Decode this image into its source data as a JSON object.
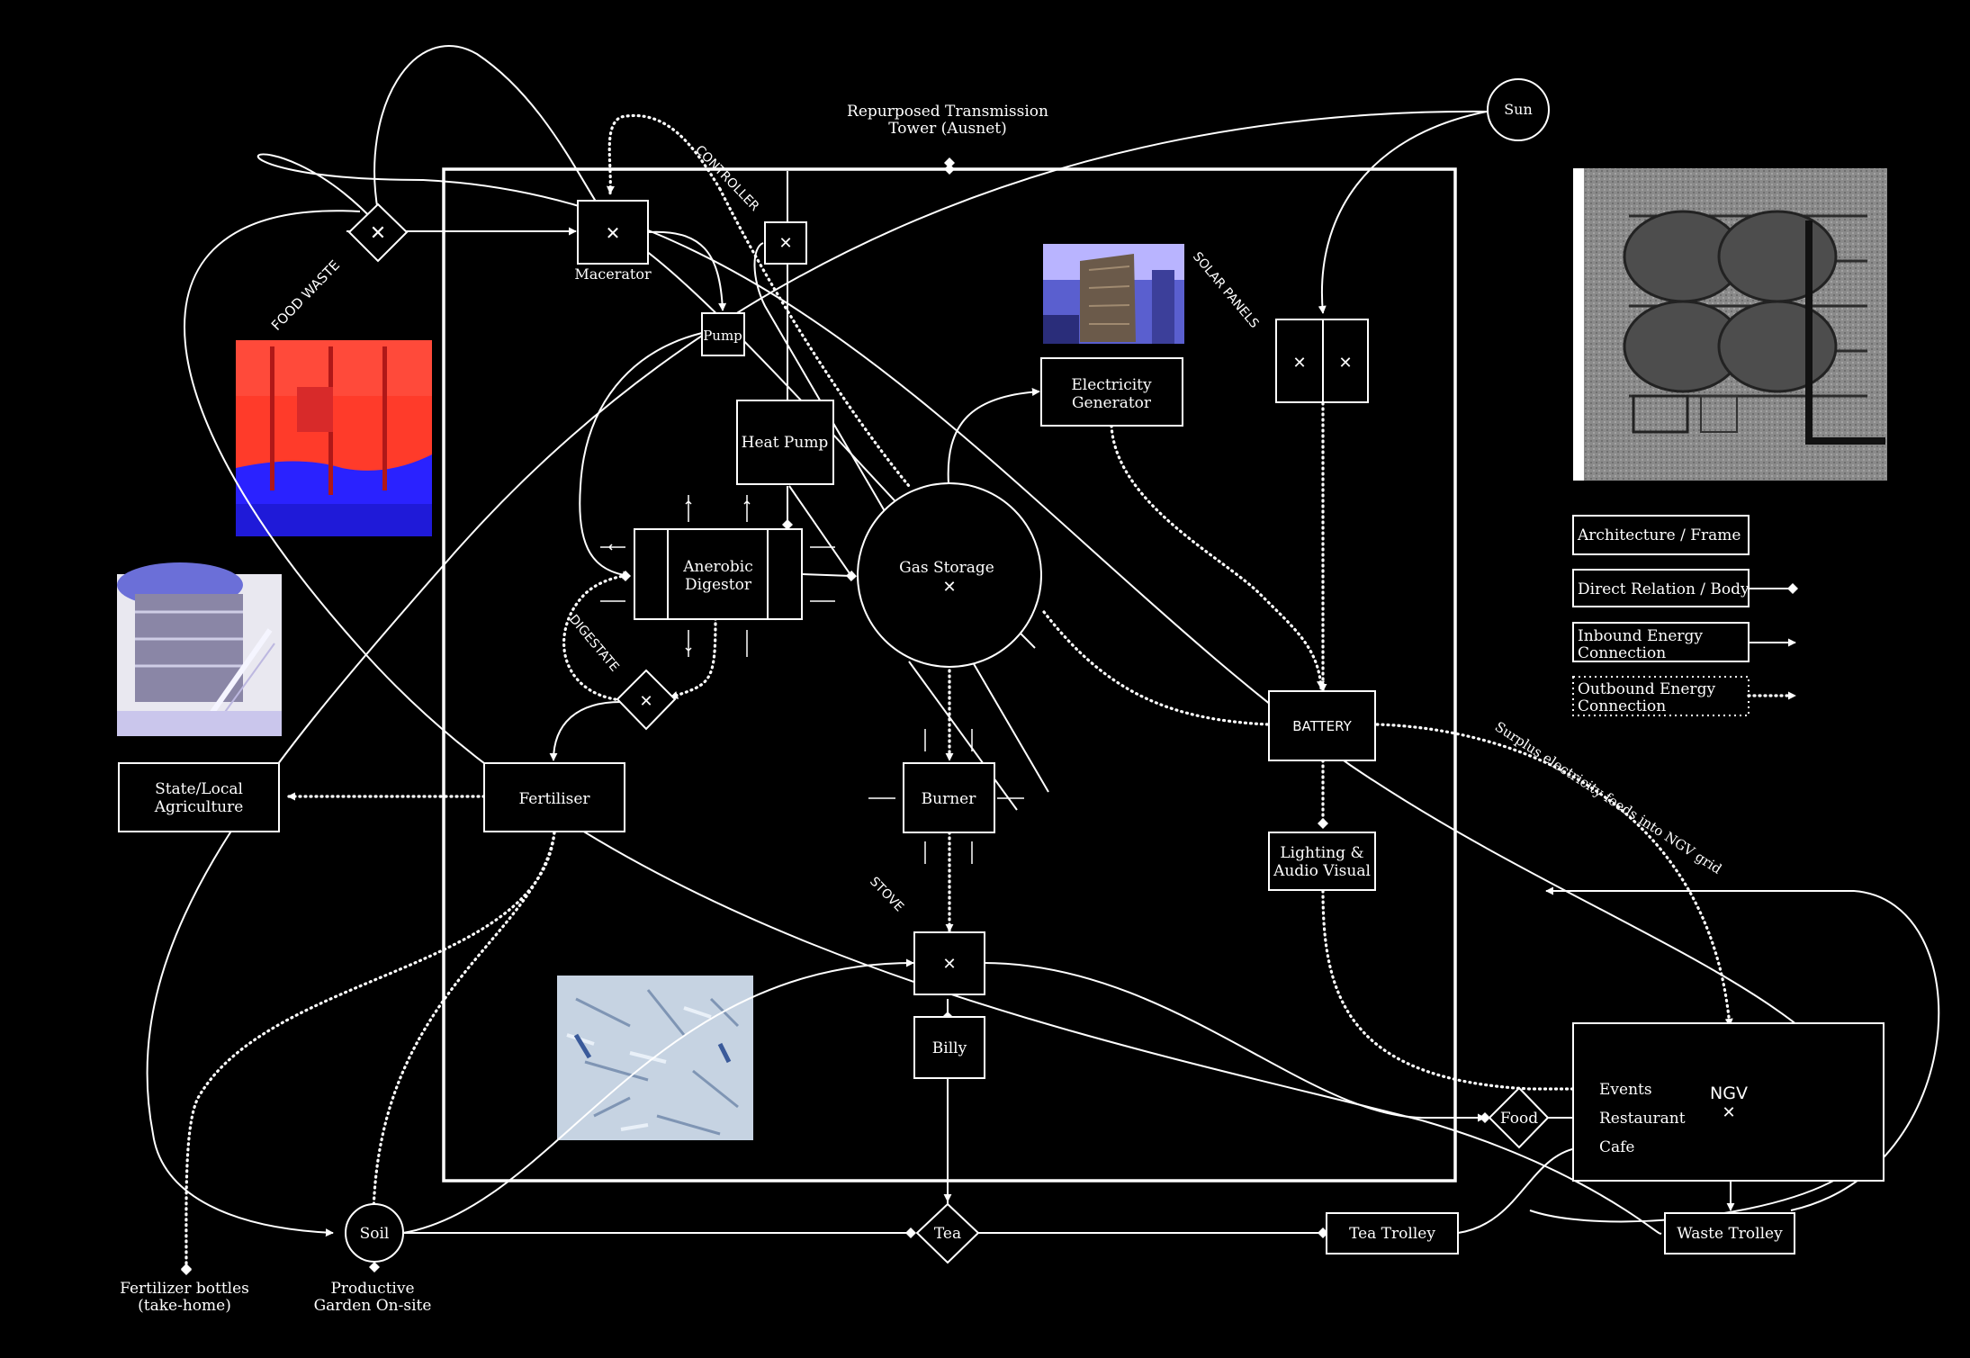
{
  "tower_label": [
    "Repurposed Transmission",
    "Tower (Ausnet)"
  ],
  "sun": "Sun",
  "macerator": "Macerator",
  "pump": "Pump",
  "heat_pump": "Heat Pump",
  "anaerobic_digestor": [
    "Anerobic",
    "Digestor"
  ],
  "gas_storage": "Gas Storage",
  "electricity_generator": [
    "Electricity",
    "Generator"
  ],
  "battery": "BATTERY",
  "lighting_av": [
    "Lighting &",
    "Audio Visual"
  ],
  "burner": "Burner",
  "billy": "Billy",
  "fertiliser": "Fertiliser",
  "state_local_agriculture": [
    "State/Local",
    "Agriculture"
  ],
  "soil": "Soil",
  "tea": "Tea",
  "tea_trolley": "Tea Trolley",
  "waste_trolley": "Waste Trolley",
  "food": "Food",
  "ngv": {
    "title": "NGV",
    "outlets": [
      "Events",
      "Restaurant",
      "Cafe"
    ]
  },
  "fertilizer_bottles": [
    "Fertilizer bottles",
    "(take-home)"
  ],
  "productive_garden": [
    "Productive",
    "Garden On-site"
  ],
  "rotated_labels": {
    "food_waste": "FOOD WASTE",
    "controller": "CONTROLLER",
    "solar_panels": "SOLAR PANELS",
    "digestate": "DIGESTATE",
    "stove": "STOVE"
  },
  "surplus_note": "Surplus electricity feeds into NGV grid",
  "legend": {
    "architecture": "Architecture / Frame",
    "direct": "Direct Relation / Body",
    "inbound": [
      "Inbound Energy",
      "Connection"
    ],
    "outbound": [
      "Outbound Energy",
      "Connection"
    ]
  }
}
